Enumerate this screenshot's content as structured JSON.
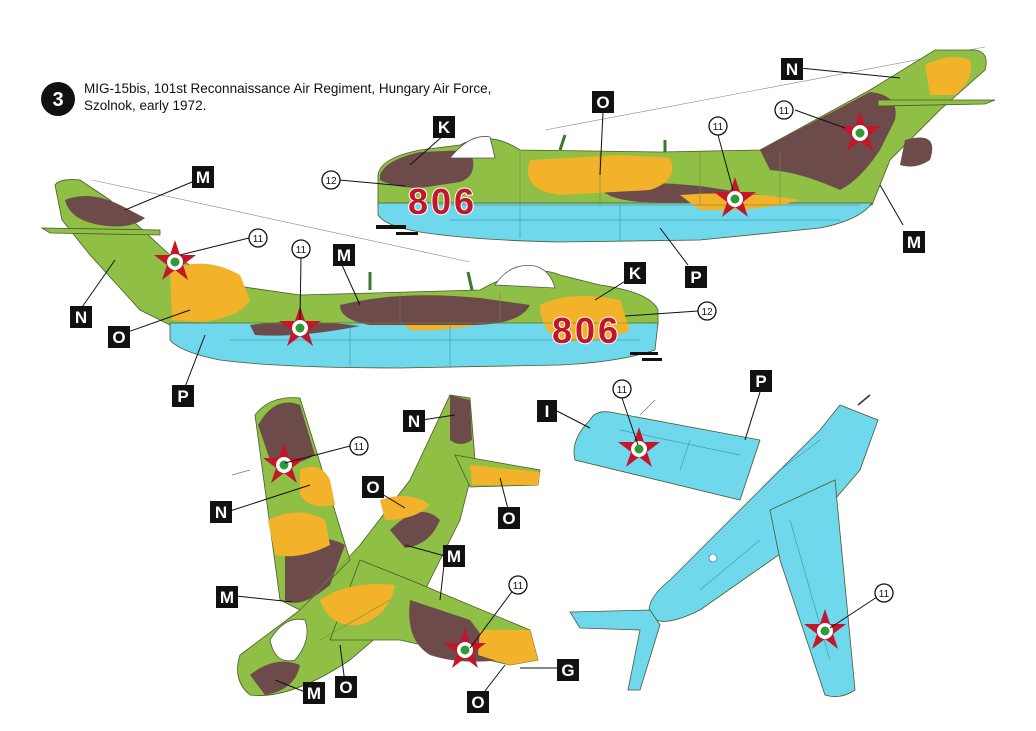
{
  "profile_number": "3",
  "title_line_1": "MIG-15bis, 101st Reconnaissance Air Regiment, Hungary Air Force,",
  "title_line_2": "Szolnok, early 1972.",
  "registration": "806",
  "callouts": {
    "K": "K",
    "M": "M",
    "N": "N",
    "O": "O",
    "P": "P",
    "I": "I",
    "G": "G",
    "c11": "11",
    "c12": "12"
  },
  "colors": {
    "green": "#8fbf45",
    "brown": "#6e4b4b",
    "yellow": "#f2b22a",
    "light_blue": "#6fd8ec",
    "red": "#c4162b",
    "white": "#ffffff",
    "insignia_green": "#2f9a3a"
  }
}
